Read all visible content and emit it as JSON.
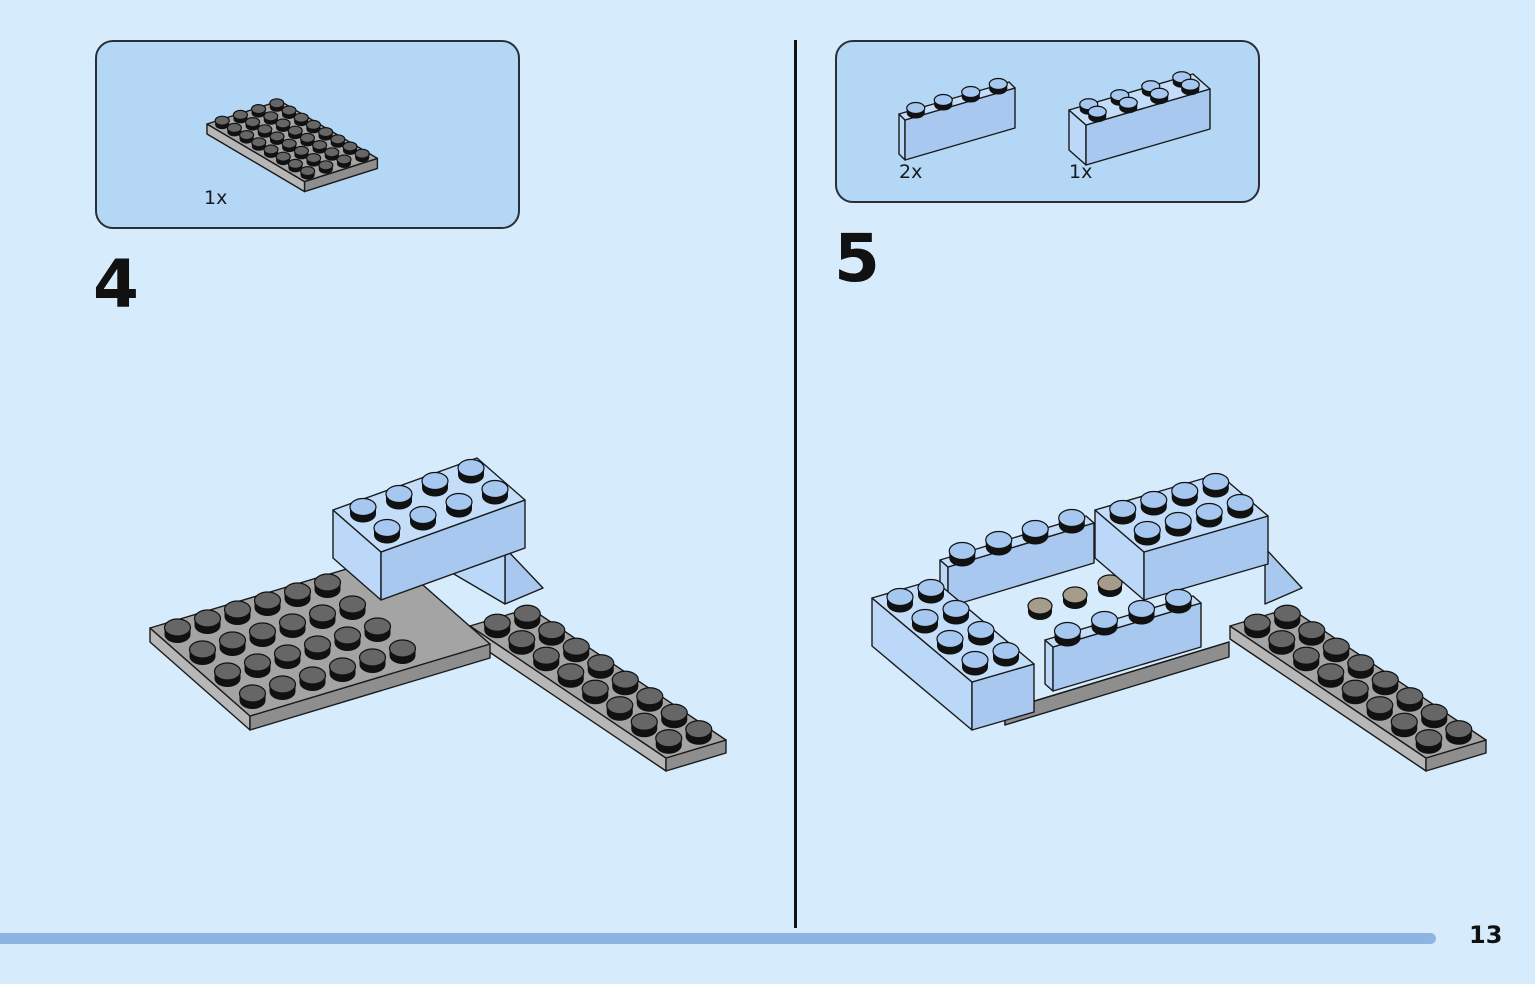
{
  "steps": [
    {
      "number": "4",
      "parts": [
        {
          "name": "gray-plate-4x6",
          "quantity": "1x"
        }
      ]
    },
    {
      "number": "5",
      "parts": [
        {
          "name": "light-blue-brick-1x4",
          "quantity": "2x"
        },
        {
          "name": "light-blue-brick-2x4",
          "quantity": "1x"
        }
      ]
    }
  ],
  "page_number": "13",
  "colors": {
    "background": "#d6ecfc",
    "parts_box": "#b3d7f5",
    "plate_gray": "#a4a4a4",
    "brick_light_blue": "#c4defa",
    "progress_bar": "#8eb4e1"
  },
  "icons": [
    "gray-plate-icon",
    "light-blue-brick-icon",
    "assembly-illustration"
  ]
}
